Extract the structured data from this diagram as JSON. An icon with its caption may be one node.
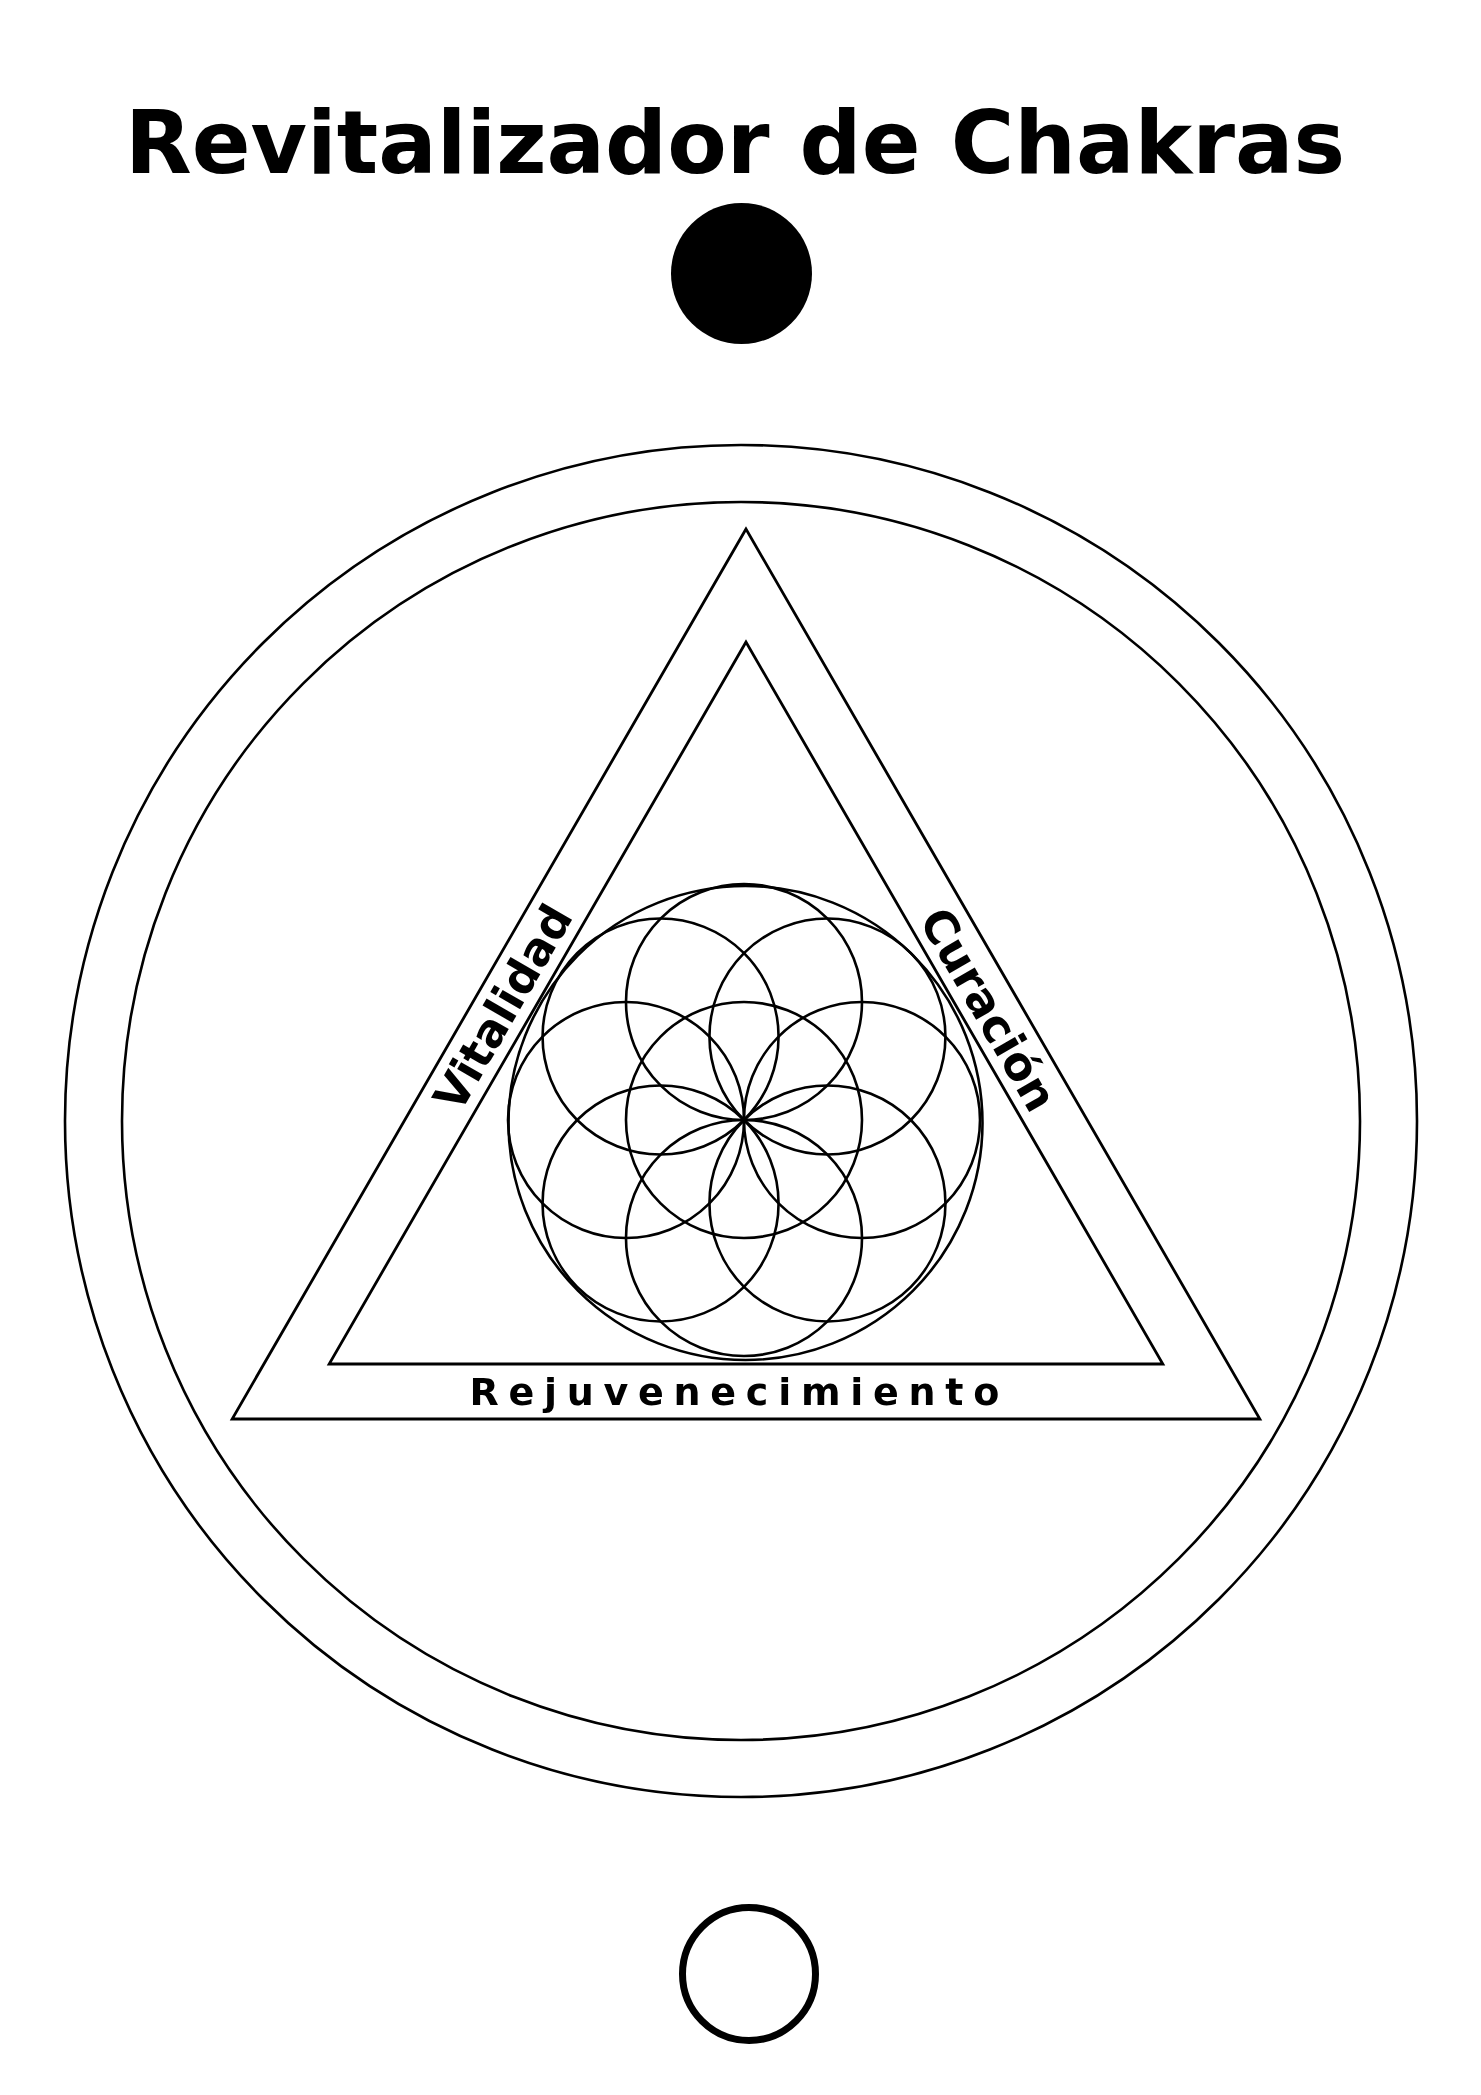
{
  "diagram": {
    "title": "Revitalizador de Chakras",
    "labels": [
      "Vitalidad",
      "Curación",
      "Rejuvenecimiento"
    ]
  }
}
